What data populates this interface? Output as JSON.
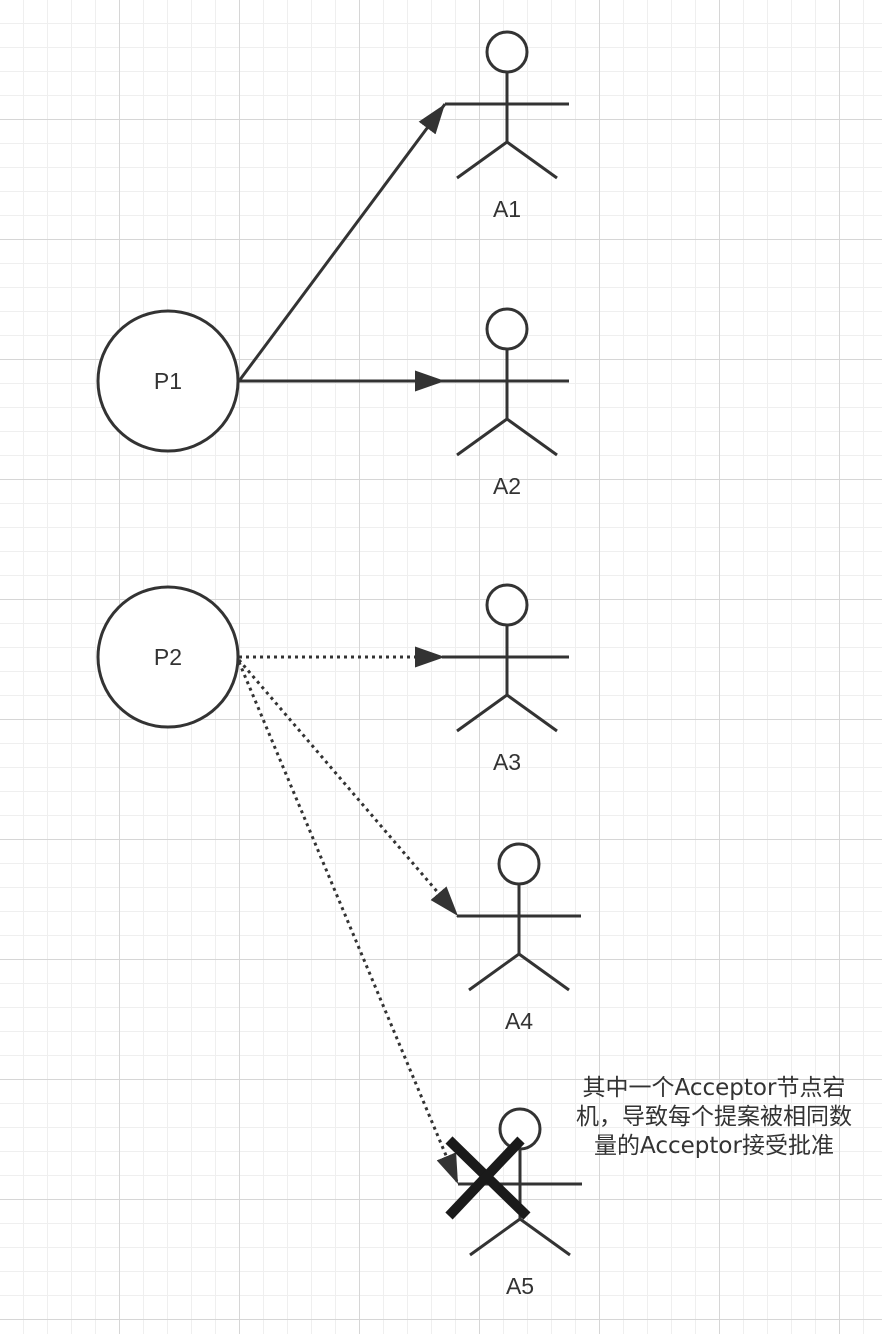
{
  "proposers": [
    {
      "label": "P1"
    },
    {
      "label": "P2"
    }
  ],
  "acceptors": [
    {
      "label": "A1"
    },
    {
      "label": "A2"
    },
    {
      "label": "A3"
    },
    {
      "label": "A4"
    },
    {
      "label": "A5",
      "status": "down"
    }
  ],
  "edges": [
    {
      "from": "P1",
      "to": "A1",
      "style": "solid"
    },
    {
      "from": "P1",
      "to": "A2",
      "style": "solid"
    },
    {
      "from": "P2",
      "to": "A3",
      "style": "dotted"
    },
    {
      "from": "P2",
      "to": "A4",
      "style": "dotted"
    },
    {
      "from": "P2",
      "to": "A5",
      "style": "dotted"
    }
  ],
  "note": {
    "text": "其中一个Acceptor节点宕机，导致每个提案被相同数量的Acceptor接受批准"
  },
  "colors": {
    "stroke": "#333333",
    "grid_major": "#d6d6d6",
    "grid_minor": "#efefef",
    "cross": "#1a1a1a"
  }
}
